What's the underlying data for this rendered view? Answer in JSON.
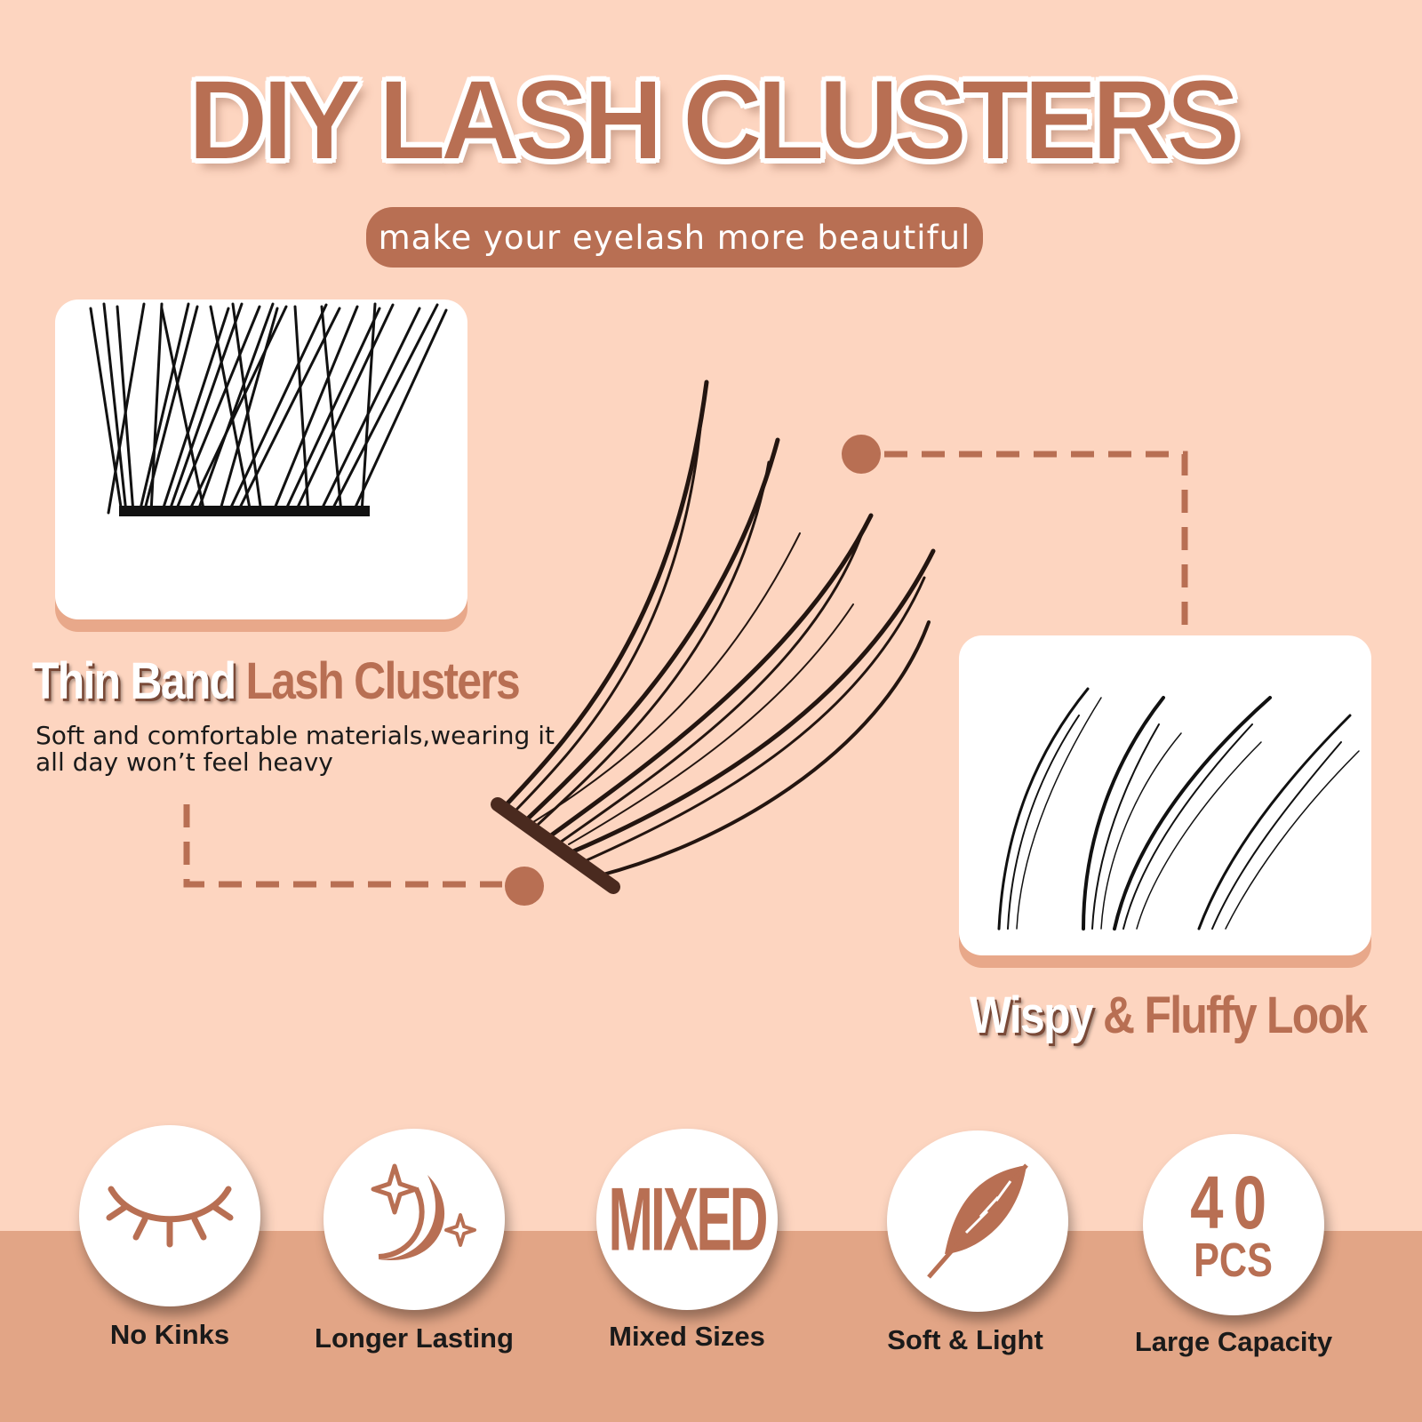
{
  "title": "DIY LASH CLUSTERS",
  "subtitle": "make your eyelash more beautiful",
  "left_feature": {
    "heading_white": "Thin Band",
    "heading_brown": "Lash Clusters",
    "description": "Soft and comfortable materials,wearing it all day won’t feel heavy"
  },
  "right_feature": {
    "heading_white": "Wispy",
    "heading_brown": "& Fluffy Look"
  },
  "features": [
    {
      "label": "No Kinks",
      "icon": "closed-eye-icon"
    },
    {
      "label": "Longer Lasting",
      "icon": "moon-stars-icon"
    },
    {
      "label": "Mixed Sizes",
      "icon": "mixed-text-badge",
      "badge_text": "MIXED"
    },
    {
      "label": "Soft & Light",
      "icon": "feather-icon"
    },
    {
      "label": "Large Capacity",
      "icon": "count-badge",
      "badge_number": "40",
      "badge_unit": "PCS"
    }
  ],
  "colors": {
    "background": "#fdd5c0",
    "band": "#e2a586",
    "accent": "#b86f53",
    "text": "#1a1a1a"
  }
}
